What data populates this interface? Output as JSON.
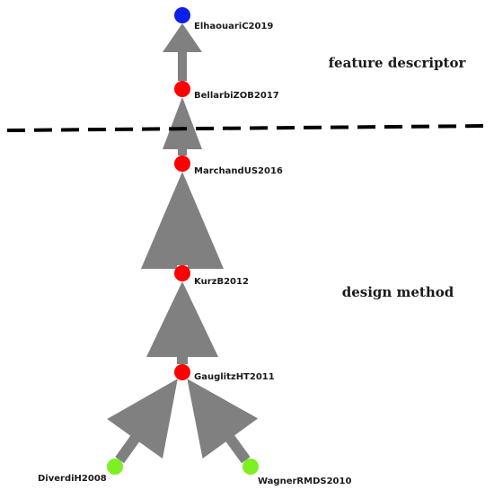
{
  "colors": {
    "arrow": "#808080",
    "feature_node": "#0b1fe8",
    "method_node": "#ff0000",
    "seed_node": "#7cf023",
    "divider": "#000000"
  },
  "regions": {
    "upper_label": "feature descriptor",
    "lower_label": "design method"
  },
  "nodes": [
    {
      "id": "ElhaouariC2019",
      "label": "ElhaouariC2019",
      "kind": "feature_node"
    },
    {
      "id": "BellarbiZOB2017",
      "label": "BellarbiZOB2017",
      "kind": "method_node"
    },
    {
      "id": "MarchandUS2016",
      "label": "MarchandUS2016",
      "kind": "method_node"
    },
    {
      "id": "KurzB2012",
      "label": "KurzB2012",
      "kind": "method_node"
    },
    {
      "id": "GauglitzHT2011",
      "label": "GauglitzHT2011",
      "kind": "method_node"
    },
    {
      "id": "DiverdiH2008",
      "label": "DiverdiH2008",
      "kind": "seed_node"
    },
    {
      "id": "WagnerRMDS2010",
      "label": "WagnerRMDS2010",
      "kind": "seed_node"
    }
  ],
  "edges": [
    {
      "from": "BellarbiZOB2017",
      "to": "ElhaouariC2019"
    },
    {
      "from": "MarchandUS2016",
      "to": "BellarbiZOB2017"
    },
    {
      "from": "KurzB2012",
      "to": "MarchandUS2016"
    },
    {
      "from": "GauglitzHT2011",
      "to": "KurzB2012"
    },
    {
      "from": "DiverdiH2008",
      "to": "GauglitzHT2011"
    },
    {
      "from": "WagnerRMDS2010",
      "to": "GauglitzHT2011"
    }
  ]
}
